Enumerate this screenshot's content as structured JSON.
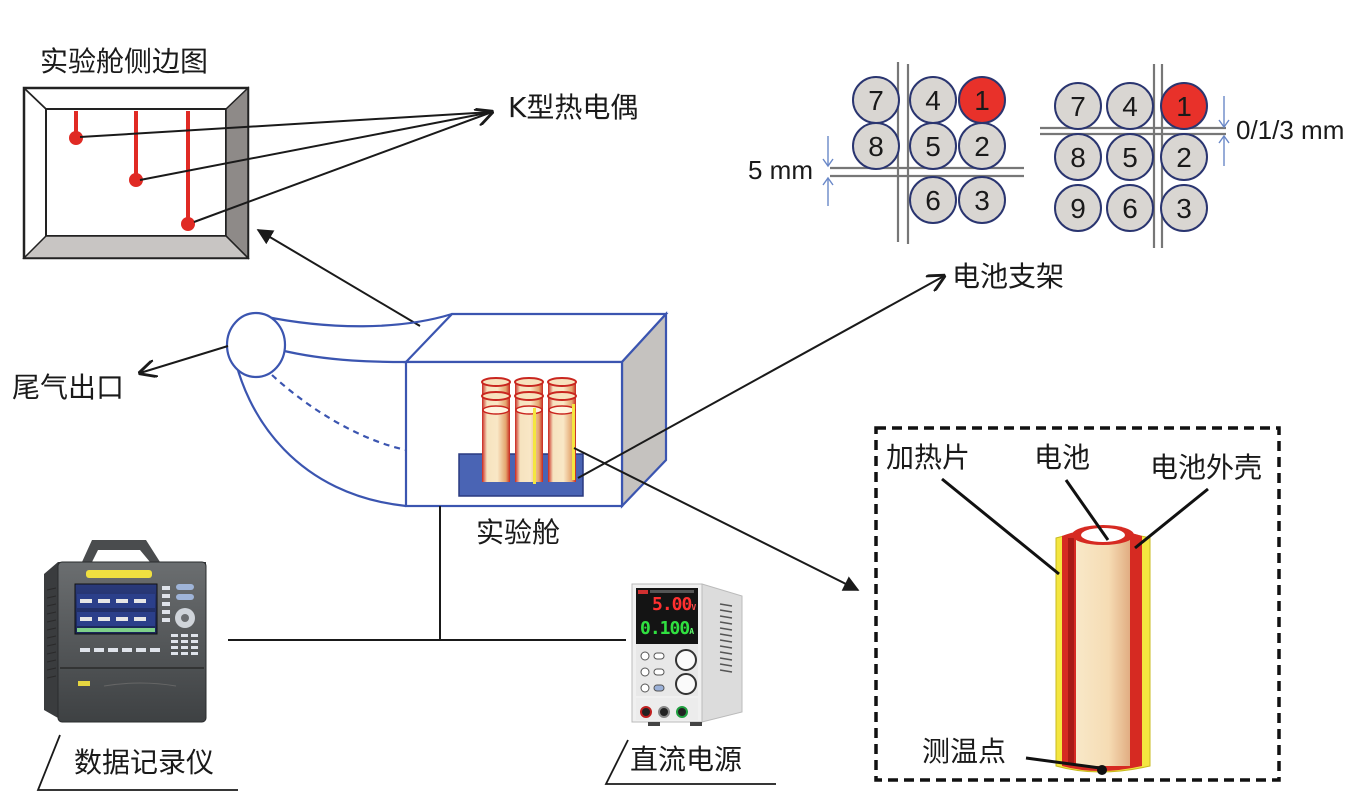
{
  "labels": {
    "side_view_title": "实验舱侧边图",
    "thermocouple": "K型热电偶",
    "exhaust_outlet": "尾气出口",
    "chamber": "实验舱",
    "battery_holder": "电池支架",
    "data_logger": "数据记录仪",
    "dc_power": "直流电源",
    "heater": "加热片",
    "battery": "电池",
    "battery_shell": "电池外壳",
    "temp_point": "测温点"
  },
  "layout_a": {
    "gap_label": "5 mm",
    "cells": [
      "7",
      "4",
      "1",
      "8",
      "5",
      "2",
      "6",
      "3"
    ],
    "trigger_cell": "1"
  },
  "layout_b": {
    "gap_label": "0/1/3 mm",
    "cells": [
      "7",
      "4",
      "1",
      "8",
      "5",
      "2",
      "9",
      "6",
      "3"
    ],
    "trigger_cell": "1"
  },
  "power_supply": {
    "voltage": "5.00",
    "voltage_unit": "V",
    "current": "0.100",
    "current_unit": "A"
  },
  "colors": {
    "trigger_cell": "#e8312a",
    "normal_cell": "#d9d6d2",
    "cell_outline": "#2a3570",
    "chamber_outline": "#3b55b0",
    "holder_base": "#4a64b4",
    "heater": "#f4e640",
    "thermocouple": "#e02a24"
  }
}
